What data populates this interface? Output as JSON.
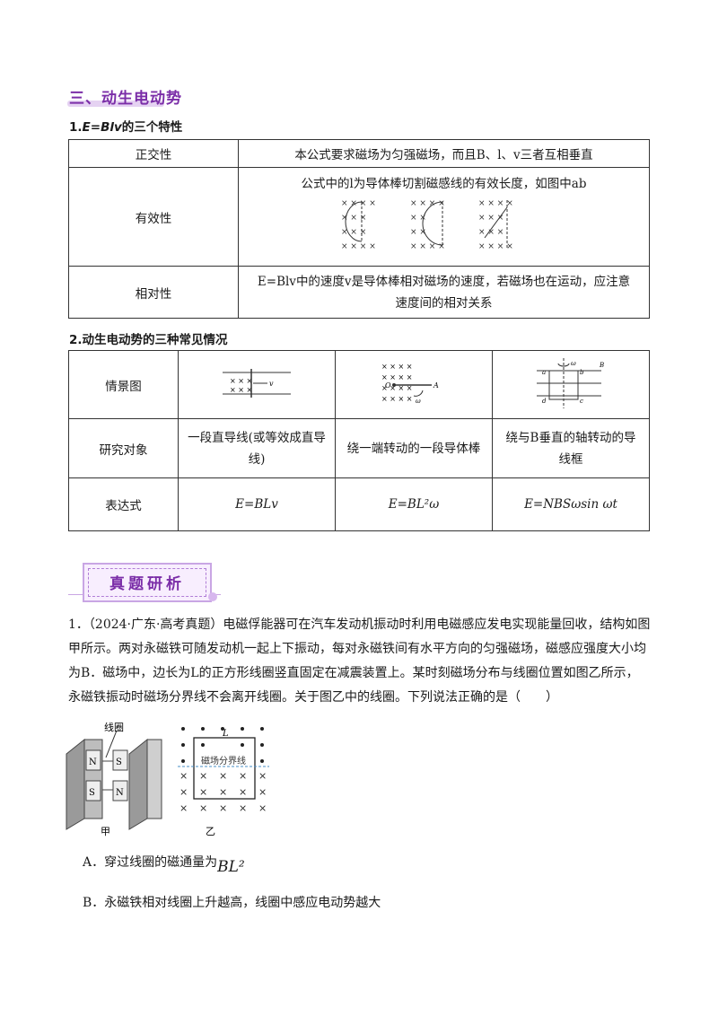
{
  "section": {
    "title": "三、动生电动势"
  },
  "part1": {
    "heading_prefix": "1.",
    "heading_formula": "E=Blv",
    "heading_suffix": "的三个特性",
    "rows": [
      {
        "label": "正交性",
        "content": "本公式要求磁场为匀强磁场，而且B、l、v三者互相垂直"
      },
      {
        "label": "有效性",
        "content": "公式中的l为导体棒切割磁感线的有效长度，如图中ab"
      },
      {
        "label": "相对性",
        "content_line1": "E=Blv中的速度v是导体棒相对磁场的速度，若磁场也在运动，应注意",
        "content_line2": "速度间的相对关系"
      }
    ]
  },
  "part2": {
    "heading": "2.动生电动势的三种常见情况",
    "row_labels": [
      "情景图",
      "研究对象",
      "表达式"
    ],
    "objects": [
      {
        "line1": "一段直导线(或等效成直导",
        "line2": "线)"
      },
      {
        "line1": "绕一端转动的一段导体棒",
        "line2": ""
      },
      {
        "line1": "绕与B垂直的轴转动的导",
        "line2": "线框"
      }
    ],
    "expressions": [
      "E=BLv",
      "E=BL²ω",
      "E=NBSωsin ωt"
    ]
  },
  "banner": {
    "text": "真题研析"
  },
  "question": {
    "line1": "1．（2024·广东·高考真题）电磁俘能器可在汽车发动机振动时利用电磁感应发电实现能量回收，结构如图",
    "line2": "甲所示。两对永磁铁可随发动机一起上下振动，每对永磁铁间有水平方向的匀强磁场，磁感应强度大小均",
    "line3": "为B．磁场中，边长为L的正方形线圈竖直固定在减震装置上。某时刻磁场分布与线圈位置如图乙所示，",
    "line4": "永磁铁振动时磁场分界线不会离开线圈。关于图乙中的线圈。下列说法正确的是（　　）"
  },
  "figure": {
    "coil_label": "线圈",
    "pole_n": "N",
    "pole_s": "S",
    "caption_a": "甲",
    "caption_b": "乙",
    "side_label": "L",
    "boundary_label": "磁场分界线"
  },
  "options": {
    "a_text": "A．穿过线圈的磁通量为",
    "a_formula": "BL²",
    "b_text": "B．永磁铁相对线圈上升越高，线圈中感应电动势越大"
  },
  "colors": {
    "accent": "#7b2ea8",
    "accent_light": "#e5d2f2"
  }
}
